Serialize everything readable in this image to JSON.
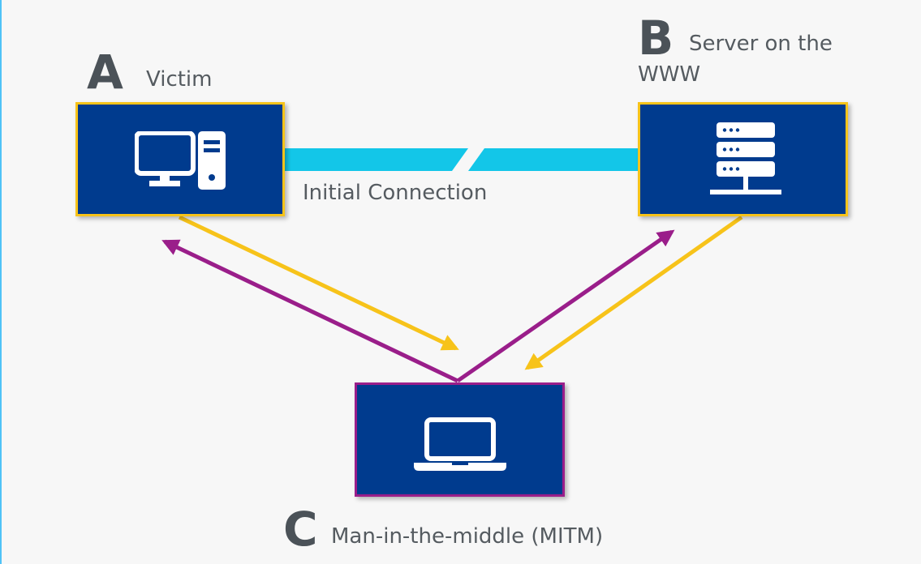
{
  "nodes": {
    "a": {
      "letter": "A",
      "label": "Victim"
    },
    "b": {
      "letter": "B",
      "label": "Server on the WWW"
    },
    "c": {
      "letter": "C",
      "label": "Man-in-the-middle (MITM)"
    }
  },
  "connection": {
    "label": "Initial Connection"
  },
  "icons": {
    "victim": "desktop-computer-icon",
    "server": "server-rack-icon",
    "attacker": "laptop-icon"
  },
  "colors": {
    "background": "#f7f7f7",
    "box_fill": "#003b8e",
    "victim_server_border": "#f7c31a",
    "attacker_border": "#9a1e8a",
    "initial_connection": "#13c6e8",
    "forward_arrows": "#f7c31a",
    "mitm_arrows": "#9a1e8a",
    "text": "#555b60"
  }
}
